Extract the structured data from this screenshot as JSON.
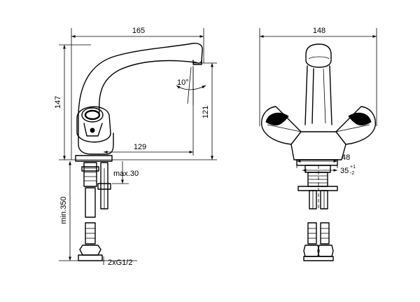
{
  "dimensions": {
    "side_width": "165",
    "side_height": "147",
    "spout_height": "121",
    "spout_reach": "129",
    "angle": "10°",
    "shank_max": "max.30",
    "supply_length": "min.350",
    "thread": "2xG1/2",
    "front_width": "148",
    "base_width": "48",
    "base_height": "35",
    "tol_plus": "+1",
    "tol_minus": "-2"
  },
  "colors": {
    "line": "#000000",
    "background": "#ffffff"
  }
}
